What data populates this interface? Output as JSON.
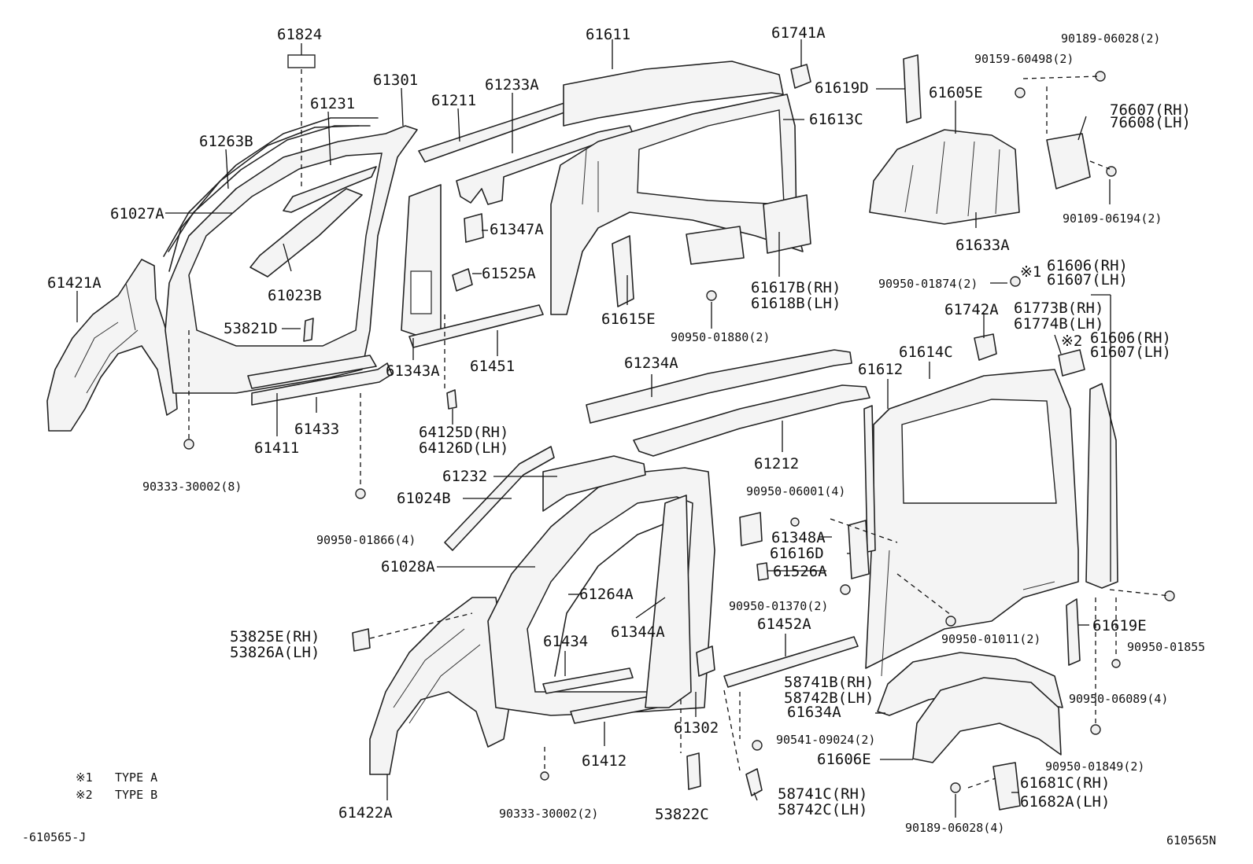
{
  "diagram": {
    "labels": {
      "p61824": "61824",
      "p61611": "61611",
      "p61741A": "61741A",
      "p90189_06028_2": "90189-06028(2)",
      "p90159_60498_2": "90159-60498(2)",
      "p61301": "61301",
      "p61233A": "61233A",
      "p61619D": "61619D",
      "p61605E": "61605E",
      "p61231": "61231",
      "p61211": "61211",
      "p76607": "76607(RH)",
      "p76608": "76608(LH)",
      "p61613C": "61613C",
      "p61263B": "61263B",
      "p61027A": "61027A",
      "p61347A": "61347A",
      "p90109_06194_2": "90109-06194(2)",
      "p61633A": "61633A",
      "p61525A": "61525A",
      "p61421A": "61421A",
      "p61023B": "61023B",
      "p61617B": "61617B(RH)",
      "p61618B": "61618B(LH)",
      "p61606_t1": "61606(RH)",
      "p61607_t1": "61607(LH)",
      "type1_mark": "※1",
      "p90950_01874_2": "90950-01874(2)",
      "p61773B": "61773B(RH)",
      "p61774B": "61774B(LH)",
      "p61742A": "61742A",
      "p61615E": "61615E",
      "p53821D": "53821D",
      "p90950_01880_2": "90950-01880(2)",
      "type2_mark": "※2",
      "p61606_t2": "61606(RH)",
      "p61607_t2": "61607(LH)",
      "p61343A": "61343A",
      "p61451": "61451",
      "p61234A": "61234A",
      "p61614C": "61614C",
      "p61612": "61612",
      "p61433": "61433",
      "p61411": "61411",
      "p64125D": "64125D(RH)",
      "p64126D": "64126D(LH)",
      "p61212": "61212",
      "p61232": "61232",
      "p90333_30002_8": "90333-30002(8)",
      "p90950_06001_4": "90950-06001(4)",
      "p61024B": "61024B",
      "p61348A": "61348A",
      "p90950_01866_4": "90950-01866(4)",
      "p61616D": "61616D",
      "p61028A": "61028A",
      "p61526A": "61526A",
      "p61264A": "61264A",
      "p90950_01370_2": "90950-01370(2)",
      "p61619E": "61619E",
      "p90950_01855": "90950-01855",
      "p53825E": "53825E(RH)",
      "p53826A": "53826A(LH)",
      "p61452A": "61452A",
      "p61434": "61434",
      "p61344A": "61344A",
      "p90950_01011_2": "90950-01011(2)",
      "p58741B": "58741B(RH)",
      "p58742B": "58742B(LH)",
      "p90950_06089_4": "90950-06089(4)",
      "p61634A": "61634A",
      "p61302": "61302",
      "p90541_09024_2": "90541-09024(2)",
      "p90950_01849_2": "90950-01849(2)",
      "p61412": "61412",
      "p61606E": "61606E",
      "p61681C": "61681C(RH)",
      "p61682A": "61682A(LH)",
      "p58741C": "58741C(RH)",
      "p58742C": "58742C(LH)",
      "p61422A": "61422A",
      "p90333_30002_2": "90333-30002(2)",
      "p53822C": "53822C",
      "p90189_06028_4": "90189-06028(4)"
    },
    "legend": {
      "type1_symbol": "※1",
      "type1_text": "TYPE A",
      "type2_symbol": "※2",
      "type2_text": "TYPE B"
    },
    "footer": {
      "ref_left": "-610565-J",
      "ref_right": "610565N"
    }
  }
}
